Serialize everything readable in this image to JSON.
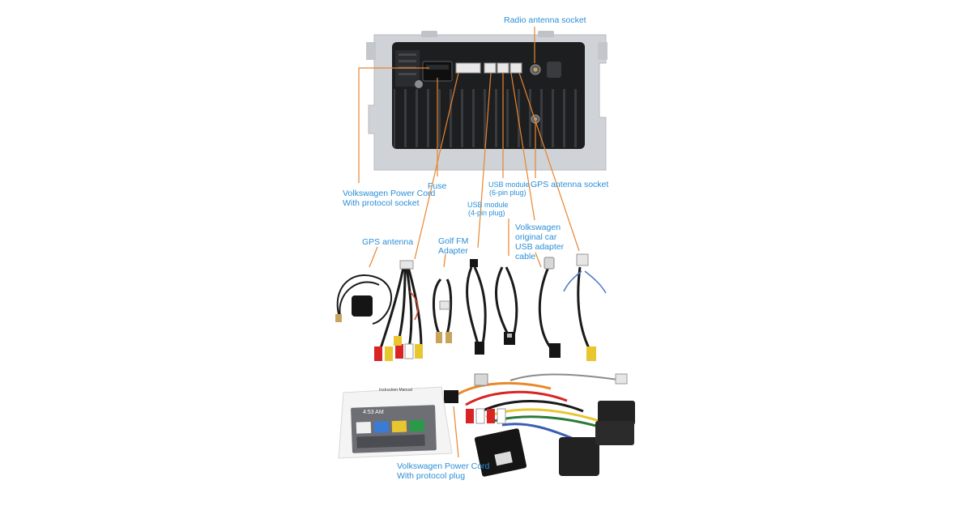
{
  "colors": {
    "label": "#2a8fd6",
    "leader": "#e9852f",
    "unit_frame": "#cfd2d6",
    "unit_body": "#1d1e20",
    "cable": "#1a1a1a"
  },
  "labels": {
    "radio_antenna_socket": "Radio antenna socket",
    "power_cord_socket_line1": "Volkswagen Power Cord",
    "power_cord_socket_line2": "With protocol socket",
    "fuse": "Fuse",
    "usb_6pin_line1": "USB module",
    "usb_6pin_line2": "(6-pin plug)",
    "gps_antenna_socket": "GPS antenna socket",
    "usb_4pin_line1": "USB module",
    "usb_4pin_line2": "(4-pin plug)",
    "gps_antenna": "GPS antenna",
    "golf_fm_line1": "Golf FM",
    "golf_fm_line2": "Adapter",
    "vw_usb_line1": "Volkswagen",
    "vw_usb_line2": "original car",
    "vw_usb_line3": "USB adapter",
    "vw_usb_line4": "cable",
    "power_cord_plug_line1": "Volkswagen Power Cord",
    "power_cord_plug_line2": "With protocol plug"
  },
  "manual": {
    "title": "Instruction Manual",
    "clock": "4:53 AM"
  }
}
